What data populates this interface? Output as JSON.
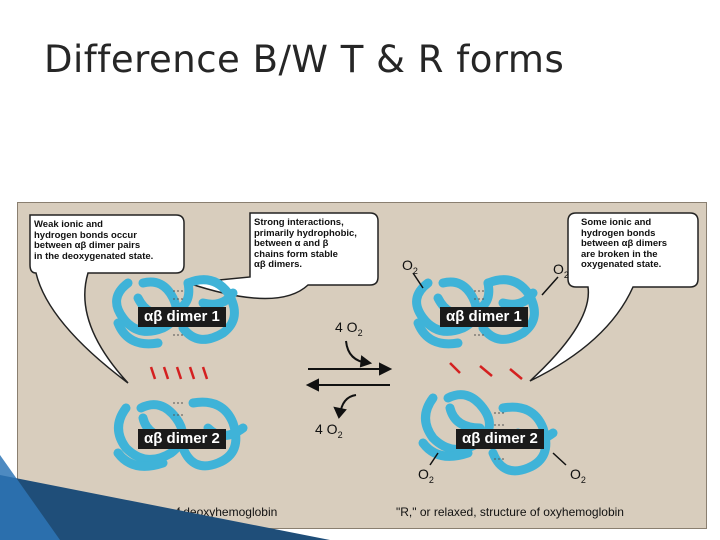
{
  "slide": {
    "title": "Difference B/W T & R forms"
  },
  "figure": {
    "callouts": {
      "weak": [
        "Weak ionic and",
        "hydrogen bonds occur",
        "between αβ dimer pairs",
        "in the deoxygenated state."
      ],
      "strong": [
        "Strong interactions,",
        "primarily hydrophobic,",
        "between α and β",
        "chains form stable",
        "αβ dimers."
      ],
      "some": [
        "Some ionic and",
        "hydrogen bonds",
        "between αβ dimers",
        "are broken in the",
        "oxygenated state."
      ]
    },
    "dimer_labels": {
      "t_dimer1": "αβ dimer 1",
      "t_dimer2": "αβ dimer 2",
      "r_dimer1": "αβ dimer 1",
      "r_dimer2": "αβ dimer 2"
    },
    "equilibrium": {
      "forward": "4 O",
      "reverse": "4 O",
      "subscript": "2"
    },
    "oxygen_labels": {
      "top_left": "O",
      "top_right": "O",
      "bottom_left": "O",
      "bottom_right": "O",
      "subscript": "2"
    },
    "captions": {
      "t_form": "\"T,\" or taut, structure of deoxyhemoglobin",
      "r_form": "\"R,\" or relaxed, structure of oxyhemoglobin"
    },
    "colors": {
      "protein": "#3fb3d8",
      "protein_dark": "#1f6f90",
      "ionic_bond": "#d42020",
      "background": "#d8cdbd"
    }
  }
}
